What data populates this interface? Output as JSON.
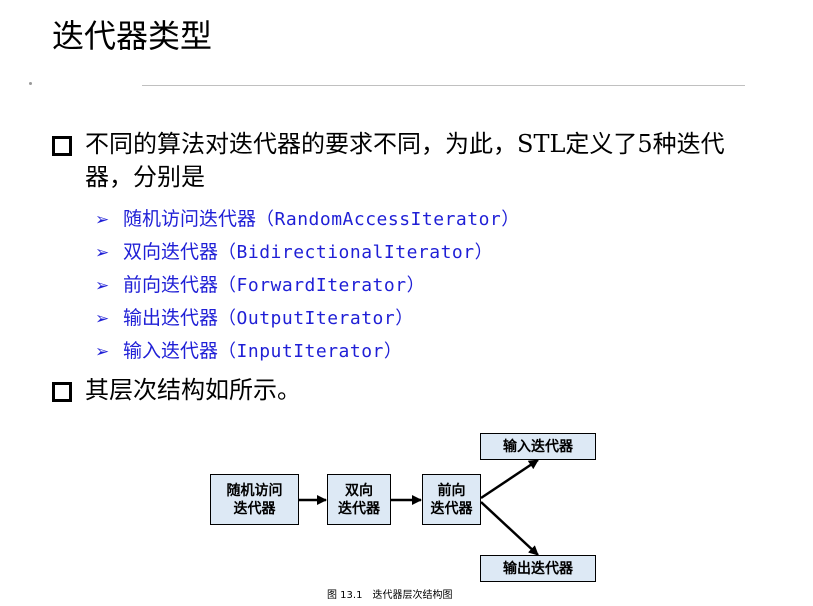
{
  "title": "迭代器类型",
  "bullet1": "不同的算法对迭代器的要求不同，为此，STL定义了5种迭代器，分别是",
  "types": [
    {
      "name": "随机访问迭代器",
      "eng": "（RandomAccessIterator）"
    },
    {
      "name": "双向迭代器",
      "eng": "（BidirectionalIterator）"
    },
    {
      "name": "前向迭代器",
      "eng": "（ForwardIterator）"
    },
    {
      "name": "输出迭代器",
      "eng": "（OutputIterator）"
    },
    {
      "name": "输入迭代器",
      "eng": "（InputIterator）"
    }
  ],
  "bullet2": "其层次结构如所示。",
  "diagram": {
    "random_line1": "随机访问",
    "random_line2": "迭代器",
    "bidir_line1": "双向",
    "bidir_line2": "迭代器",
    "forward_line1": "前向",
    "forward_line2": "迭代器",
    "input": "输入迭代器",
    "output": "输出迭代器",
    "caption": "图 13.1　迭代器层次结构图"
  },
  "colors": {
    "accent": "#1f1fd6",
    "node_fill": "#dde9f5"
  }
}
